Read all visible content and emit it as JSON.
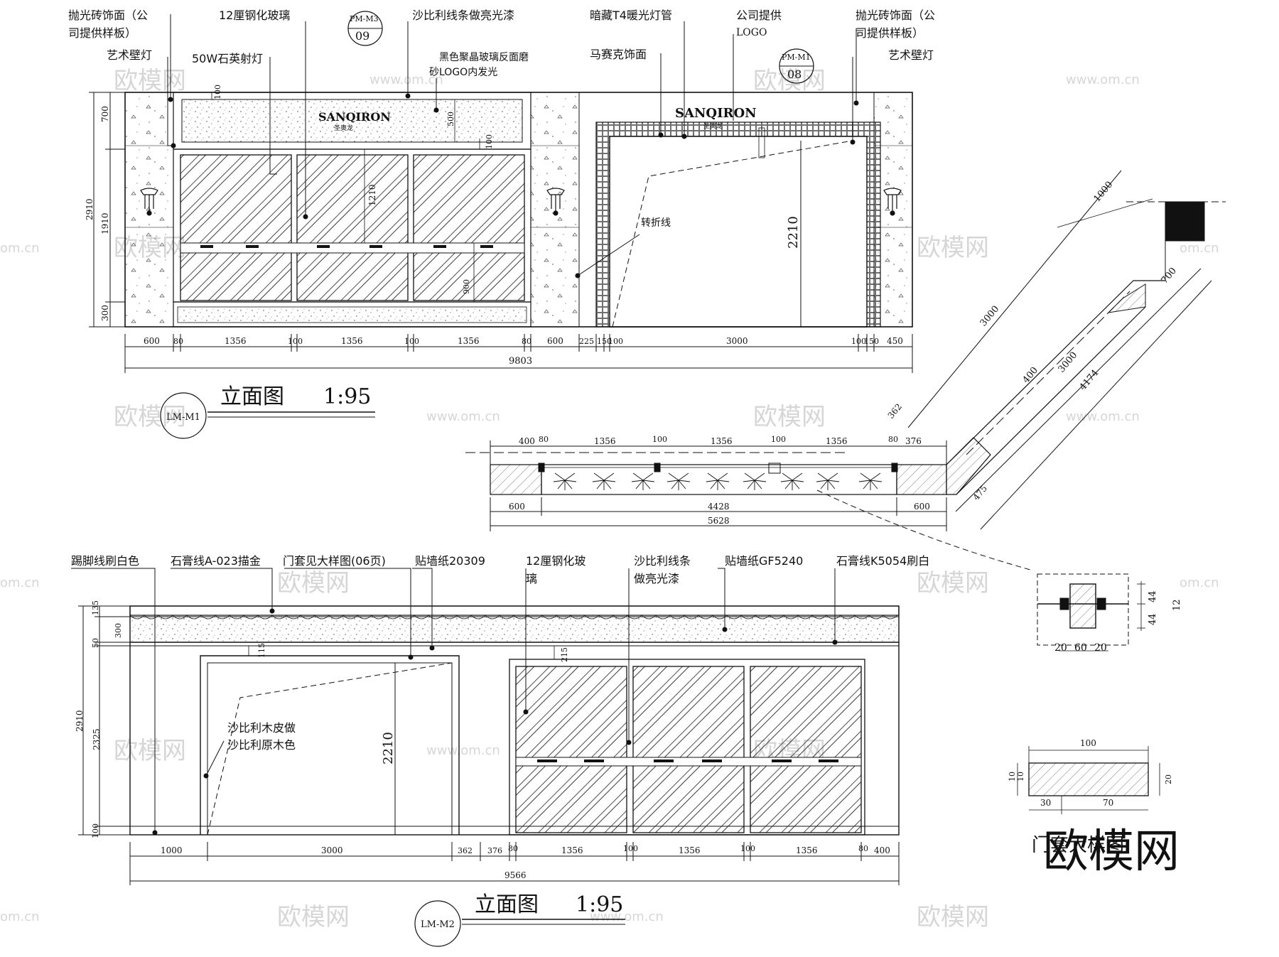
{
  "top_elevation": {
    "labels": {
      "polished_tile_l": [
        "抛光砖饰面（公",
        "司提供样板）"
      ],
      "art_lamp_l": "艺术壁灯",
      "glass": "12厘钢化玻璃",
      "quartz_lamp": "50W石英射灯",
      "sapele_line": "沙比利线条做亮光漆",
      "black_glass": [
        "黑色聚晶玻璃反面磨",
        "砂LOGO内发光"
      ],
      "t4_lamp": "暗藏T4暖光灯管",
      "mosaic": "马赛克饰面",
      "logo_supply": [
        "公司提供",
        "LOGO"
      ],
      "polished_tile_r": [
        "抛光砖饰面（公",
        "司提供样板）"
      ],
      "art_lamp_r": "艺术壁灯",
      "fold_line": "转折线",
      "brand": "SANQIRON",
      "brand_cn": "圣奥龙"
    },
    "callouts": [
      {
        "code": "PM-M3",
        "num": "09"
      },
      {
        "code": "PM-M1",
        "num": "08"
      }
    ],
    "dims_bottom": [
      "600",
      "80",
      "1356",
      "100",
      "1356",
      "100",
      "1356",
      "80",
      "600",
      "225",
      "150",
      "100",
      "3000",
      "100",
      "150",
      "450"
    ],
    "dim_total": "9803",
    "dims_left": [
      "700",
      "1910",
      "300"
    ],
    "dim_left_total": "2910",
    "dims_inner": [
      "100",
      "500",
      "100",
      "1210",
      "900",
      "2210"
    ],
    "title": "立面图",
    "scale": "1:95",
    "code": "LM-M1"
  },
  "plan": {
    "dims_top": [
      "400",
      "80",
      "1356",
      "100",
      "1356",
      "100",
      "1356",
      "80",
      "376"
    ],
    "dims_bottom": [
      "600",
      "4428",
      "600"
    ],
    "dim_total": "5628",
    "diag_dims": [
      "1000",
      "3000",
      "400",
      "3000",
      "4174",
      "700",
      "362",
      "475"
    ]
  },
  "bottom_elevation": {
    "labels": {
      "skirting": "踢脚线刷白色",
      "plaster_gold": "石膏线A-023描金",
      "door_frame": "门套见大样图(06页)",
      "wallpaper1": "贴墙纸20309",
      "glass": [
        "12厘钢化玻",
        "璃"
      ],
      "sapele_line": [
        "沙比利线条",
        "做亮光漆"
      ],
      "wallpaper2": "贴墙纸GF5240",
      "plaster_white": "石膏线K5054刷白",
      "veneer": [
        "沙比利木皮做",
        "沙比利原木色"
      ]
    },
    "dims_bottom": [
      "1000",
      "3000",
      "362",
      "376",
      "80",
      "1356",
      "100",
      "1356",
      "100",
      "1356",
      "80",
      "400"
    ],
    "dim_total": "9566",
    "dims_left": [
      "135",
      "300",
      "50",
      "2325",
      "100"
    ],
    "dim_left_total": "2910",
    "dims_inner": [
      "115",
      "215",
      "2210"
    ],
    "title": "立面图",
    "scale": "1:95",
    "code": "LM-M2"
  },
  "details": {
    "sec1_dims_right": [
      "44",
      "44",
      "12"
    ],
    "sec1_dims_bottom": [
      "20",
      "60",
      "20"
    ],
    "sec2_dims_top": "100",
    "sec2_dims_left": [
      "10",
      "10"
    ],
    "sec2_dims_right": "20",
    "sec2_dims_bottom": [
      "30",
      "70"
    ],
    "caption": "门套大样图"
  },
  "watermarks": {
    "cn": "欧模网",
    "url": "www.om.cn",
    "short": "om.cn",
    "big": "欧模网"
  }
}
